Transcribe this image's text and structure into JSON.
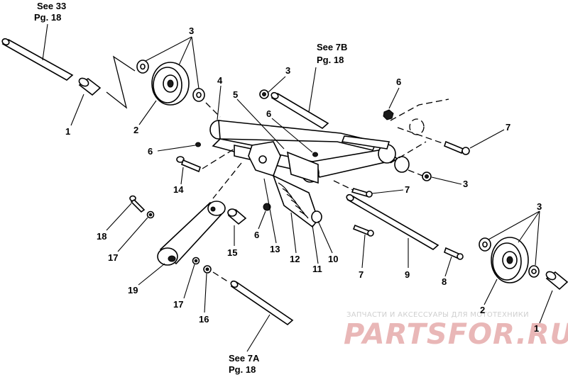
{
  "watermark": {
    "top_text": "ЗАПЧАСТИ И АКСЕССУАРЫ ДЛЯ МОТОТЕХНИКИ",
    "logo_text": "PARTSFOR.RU"
  },
  "references": [
    {
      "id": "ref-33",
      "line1": "See 33",
      "line2": "Pg. 18"
    },
    {
      "id": "ref-7b",
      "line1": "See 7B",
      "line2": "Pg. 18"
    },
    {
      "id": "ref-7a",
      "line1": "See 7A",
      "line2": "Pg. 18"
    }
  ],
  "callouts": {
    "c1a": "1",
    "c2a": "2",
    "c3a": "3",
    "c4": "4",
    "c5": "5",
    "c6a": "6",
    "c6b": "6",
    "c6c": "6",
    "c6d": "6",
    "c3b": "3",
    "c7a": "7",
    "c3c": "3",
    "c7b": "7",
    "c14": "14",
    "c18": "18",
    "c17a": "17",
    "c15": "15",
    "c13": "13",
    "c12": "12",
    "c11": "11",
    "c10": "10",
    "c7c": "7",
    "c9": "9",
    "c8": "8",
    "c3d": "3",
    "c2b": "2",
    "c1b": "1",
    "c19": "19",
    "c17b": "17",
    "c16": "16"
  }
}
